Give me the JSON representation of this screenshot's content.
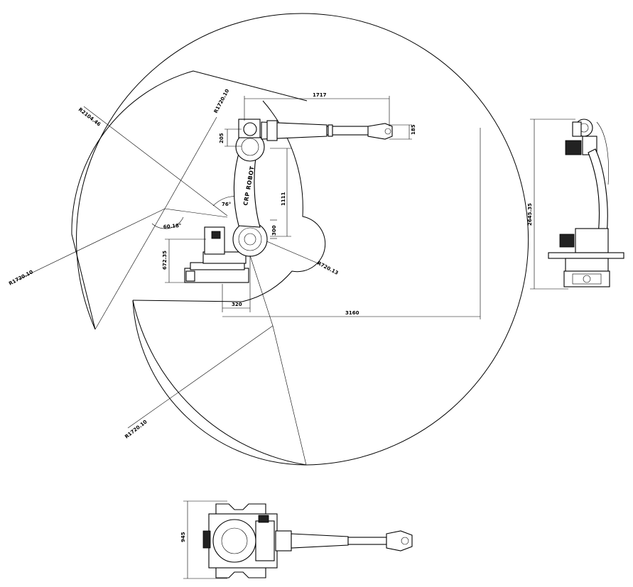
{
  "brand": "CRP ROBOT",
  "dimensions": {
    "arm_reach": "1717",
    "forearm_offset": "205",
    "wrist_height": "185",
    "upper_arm": "1111",
    "joint_offset": "300",
    "radius_main": "R2104.46",
    "radius_a": "R1720.10",
    "radius_b": "R1720.10",
    "radius_c": "R1720.10",
    "radius_small": "R720.13",
    "angle_elbow": "76°",
    "angle_side": "60.18°",
    "base_height": "672.35",
    "base_offset": "320",
    "total_reach": "3160",
    "side_height": "2645.35",
    "top_width": "945"
  }
}
